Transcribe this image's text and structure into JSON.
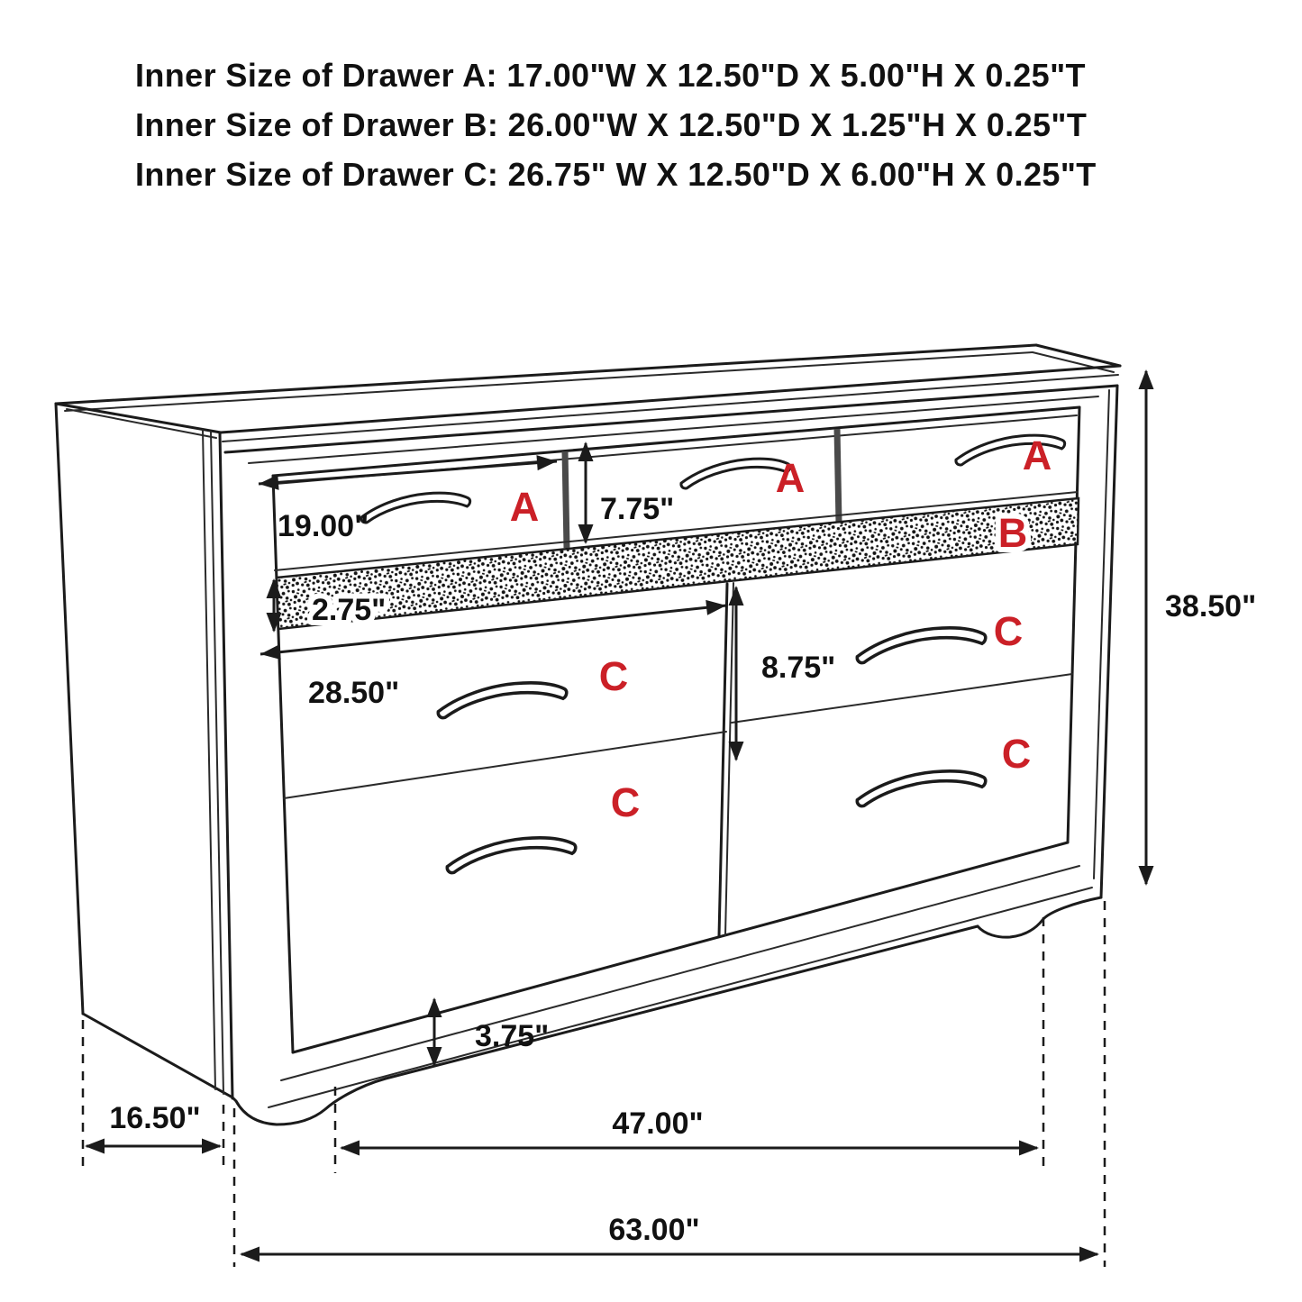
{
  "header": {
    "lines": [
      "Inner Size of Drawer A: 17.00\"W X 12.50\"D X 5.00\"H X 0.25\"T",
      "Inner Size of Drawer B: 26.00\"W X 12.50\"D X 1.25\"H X 0.25\"T",
      "Inner Size of Drawer C: 26.75\" W X 12.50\"D X 6.00\"H X 0.25\"T"
    ]
  },
  "diagram": {
    "type": "furniture dimension line drawing",
    "subject": "7-drawer dresser with glitter accent band, three-quarter view",
    "colors": {
      "background": "#ffffff",
      "line": "#1b1b1b",
      "label_red": "#cb2027"
    },
    "letters": {
      "a": "A",
      "b": "B",
      "c": "C"
    },
    "dimensions": {
      "drawer_a_width": "19.00\"",
      "drawer_a_front_height": "7.75\"",
      "accent_band_height": "2.75\"",
      "drawer_c_width": "28.50\"",
      "drawer_c_front_height": "8.75\"",
      "overall_height": "38.50\"",
      "foot_height": "3.75\"",
      "overall_depth": "16.50\"",
      "distance_between_legs": "47.00\"",
      "overall_width": "63.00\""
    }
  }
}
